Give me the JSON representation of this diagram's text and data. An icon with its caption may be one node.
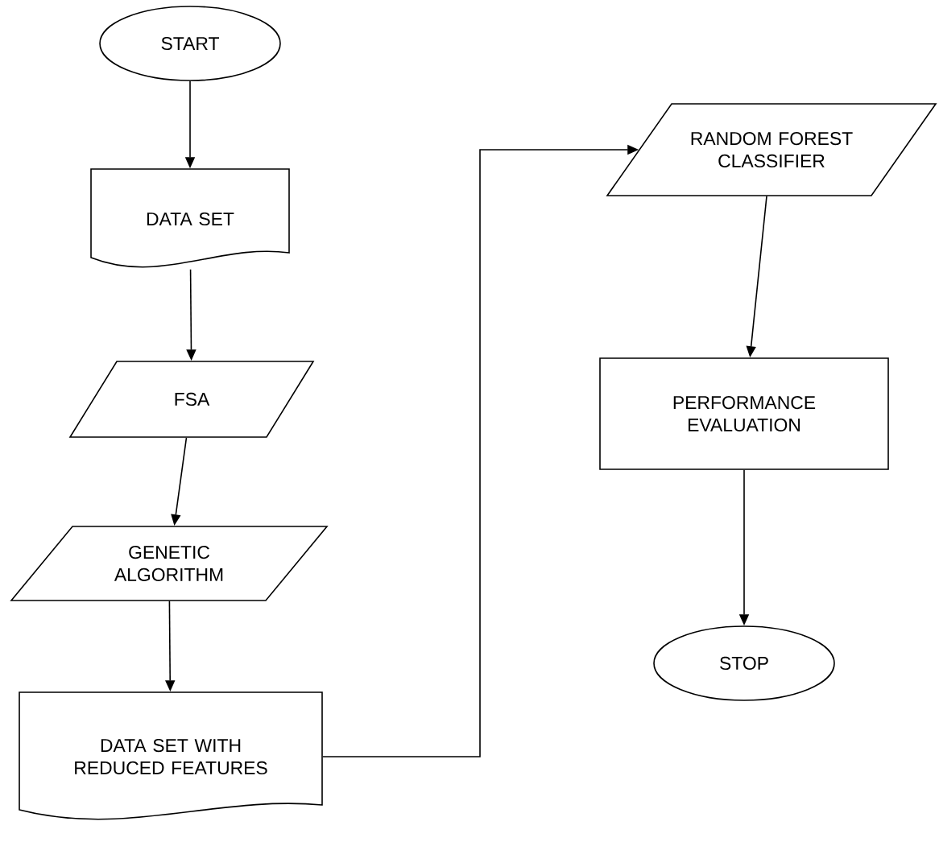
{
  "diagram": {
    "nodes": [
      {
        "text": [
          "START"
        ]
      },
      {
        "text": [
          "DATA SET"
        ]
      },
      {
        "text": [
          "FSA"
        ]
      },
      {
        "text": [
          "GENETIC ALGORITHM"
        ]
      },
      {
        "text": [
          "DATA SET WITH REDUCED FEATURES"
        ]
      },
      {
        "text": [
          "RANDOM FOREST CLASSIFIER"
        ]
      },
      {
        "text": [
          "PERFORMANCE EVALUATION"
        ]
      },
      {
        "text": [
          "STOP"
        ]
      }
    ],
    "edges": [
      {
        "from": 0,
        "to": 1,
        "arrow": "to"
      },
      {
        "from": 1,
        "to": 2,
        "arrow": "to"
      },
      {
        "from": 2,
        "to": 3,
        "arrow": "to"
      },
      {
        "from": 3,
        "to": 4,
        "arrow": "to"
      },
      {
        "from": 4,
        "to": 5,
        "arrow": "to"
      },
      {
        "from": 5,
        "to": 6,
        "arrow": "to"
      },
      {
        "from": 6,
        "to": 7,
        "arrow": "to"
      }
    ]
  }
}
